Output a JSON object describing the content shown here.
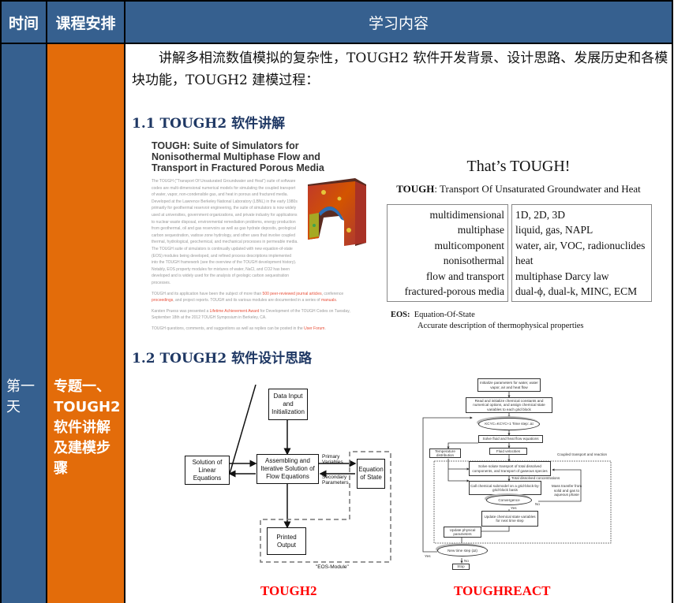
{
  "header": {
    "time": "时间",
    "course": "课程安排",
    "content": "学习内容"
  },
  "row": {
    "day": "第一天",
    "topic": "专题一、TOUGH2软件讲解及建模步骤",
    "intro": "讲解多相流数值模拟的复杂性，TOUGH2 软件开发背景、设计思路、发展历史和各模块功能，TOUGH2 建模过程：",
    "section1_title": "1.1 TOUGH2 软件讲解",
    "section2_title": "1.2 TOUGH2 软件设计思路"
  },
  "web_panel": {
    "title": "TOUGH: Suite of Simulators for Nonisothermal Multiphase Flow and Transport in Fractured Porous Media",
    "para1": "The TOUGH (\"Transport Of Unsaturated Groundwater and Heat\") suite of software codes are multi-dimensional numerical models for simulating the coupled transport of water, vapor, non-condensible gas, and heat in porous and fractured media. Developed at the Lawrence Berkeley National Laboratory (LBNL) in the early 1980s primarily for geothermal reservoir engineering, the suite of simulators is now widely used at universities, government organizations, and private industry for applications to nuclear waste disposal, environmental remediation problems, energy production from geothermal, oil and gas reservoirs as well as gas hydrate deposits, geological carbon sequestration, vadose zone hydrology, and other uses that involve coupled thermal, hydrological, geochemical, and mechanical processes in permeable media. The TOUGH suite of simulators is continually updated with new equation-of-state (EOS) modules being developed, and refined process descriptions implemented into the TOUGH framework (see the overview of the TOUGH development history). Notably, EOS property modules for mixtures of water, NaCl, and CO2 has been developed and is widely used for the analysis of geologic carbon sequestration processes.",
    "para2_pre": "TOUGH and its application have been the subject of more than ",
    "para2_link1": "500 peer-reviewed journal articles",
    "para2_mid": ", conference ",
    "para2_link2": "proceedings",
    "para2_mid2": ", and project reports. TOUGH and its various modules are documented in a series of ",
    "para2_link3": "manuals",
    "para2_end": ".",
    "para3_pre": "Karsten Pruess was presented a ",
    "para3_link": "Lifetime Achievement Award",
    "para3_end": " for Development of the TOUGH Codes on Tuesday, September 18th at the 2012 TOUGH Symposium in Berkeley, CA.",
    "para4_pre": "TOUGH questions, comments, and suggestions as well as replies can be posted in the ",
    "para4_link": "User Forum",
    "para4_end": "."
  },
  "tough_panel": {
    "title": "That’s TOUGH!",
    "acronym_label": "TOUGH",
    "acronym_expansion": ": Transport Of Unsaturated Groundwater and Heat",
    "features": [
      {
        "term": "multidimensional",
        "value": "1D, 2D, 3D"
      },
      {
        "term": "multiphase",
        "value": "liquid, gas, NAPL"
      },
      {
        "term": "multicomponent",
        "value": "water, air, VOC, radionuclides"
      },
      {
        "term": "nonisothermal",
        "value": "heat"
      },
      {
        "term": "flow and transport",
        "value": "multiphase Darcy law"
      },
      {
        "term": "fractured-porous media",
        "value": "dual-ϕ, dual-k, MINC, ECM"
      }
    ],
    "eos_label": "EOS:",
    "eos_expansion": "Equation-Of-State",
    "eos_description": "Accurate description of thermophysical properties"
  },
  "tough2_flowchart": {
    "data_input": "Data Input and Initialization",
    "linear": "Solution of Linear Equations",
    "assembling": "Assembling and Iterative Solution of Flow Equations",
    "eos": "Equation of State",
    "primary": "Primary Variables",
    "secondary": "Secondary Parameters",
    "output": "Printed Output",
    "module": "\"EOS-Module\""
  },
  "toughreact_flowchart": {
    "init": "Initialize parameters for water, water vapor, air and heat flow",
    "read": "Read and initialize chemical constants and numerical options, and assign chemical state variables to each grid block",
    "kcyc": "KCYC=KCYC+1 Time step: Δt",
    "solve_flow": "Solve fluid and heat flow equations",
    "temperature": "Temperature distribution",
    "velocities": "Fluid velocities",
    "coupled": "Coupled transport and reaction",
    "solute": "Solve solute transport of total dissolved components, and transport of gaseous species",
    "total_dissolved": "Total dissolved concentrations",
    "chem_submodel": "Call chemical submodel on a grid-block-by-grid-block basis",
    "mass_transfer": "Mass transfer from solid and gas to aqueous phase",
    "convergence": "Convergence",
    "no": "No",
    "yes": "Yes",
    "update_chem": "Update chemical state variables for next time step",
    "update_phys": "Update physical parameters",
    "new_step": "New time step (Δt)",
    "stop": "Stop"
  },
  "captions": {
    "left": "TOUGH2",
    "right": "TOUGHREACT"
  },
  "colors": {
    "header_blue": "#36608f",
    "topic_orange": "#e36c0a",
    "section_navy": "#1f3864",
    "caption_red": "#ff0000",
    "link_red": "#e8503a"
  }
}
